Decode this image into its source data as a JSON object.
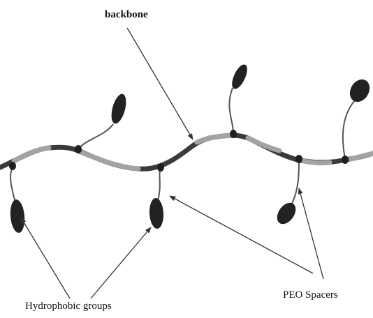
{
  "diagram": {
    "labels": {
      "backbone": "backbone",
      "peo_spacers": "PEO Spacers",
      "hydrophobic_groups": "Hydrophobic groups"
    },
    "colors": {
      "backbone_dark": "#3a3a3a",
      "backbone_light": "#a3a3a3",
      "node": "#1f1f1f",
      "hydrophobic_group": "#222222",
      "spacer": "#555555",
      "arrow": "#333333"
    }
  }
}
